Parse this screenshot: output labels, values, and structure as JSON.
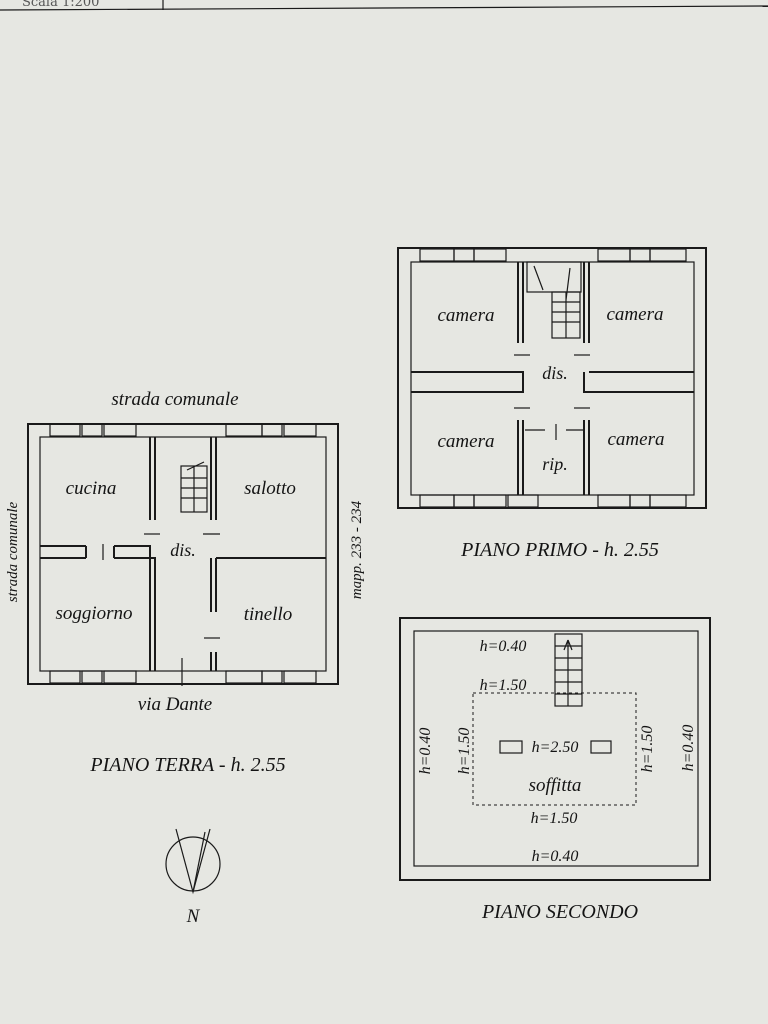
{
  "header": {
    "scale_text": "Scala 1:200"
  },
  "ground_floor": {
    "caption": "PIANO TERRA - h. 2.55",
    "street_top": "strada comunale",
    "street_left": "strada comunale",
    "street_bottom": "via Dante",
    "parcel": "mapp. 233 - 234",
    "rooms": {
      "kitchen": "cucina",
      "living": "salotto",
      "lounge": "soggiorno",
      "dining": "tinello",
      "hall": "dis."
    }
  },
  "first_floor": {
    "caption": "PIANO PRIMO - h. 2.55",
    "rooms": {
      "room_tl": "camera",
      "room_tr": "camera",
      "room_bl": "camera",
      "room_br": "camera",
      "hall": "dis.",
      "storage": "rip."
    }
  },
  "second_floor": {
    "caption": "PIANO SECONDO",
    "attic": "soffitta",
    "heights": {
      "top_outer": "h=0.40",
      "top_inner": "h=1.50",
      "center": "h=2.50",
      "bottom_inner": "h=1.50",
      "bottom_outer": "h=0.40",
      "left_outer": "h=0.40",
      "left_inner": "h=1.50",
      "right_inner": "h=1.50",
      "right_outer": "h=0.40"
    }
  },
  "compass": {
    "label": "N"
  },
  "colors": {
    "paper": "#e6e7e2",
    "ink": "#1a1a1a"
  }
}
